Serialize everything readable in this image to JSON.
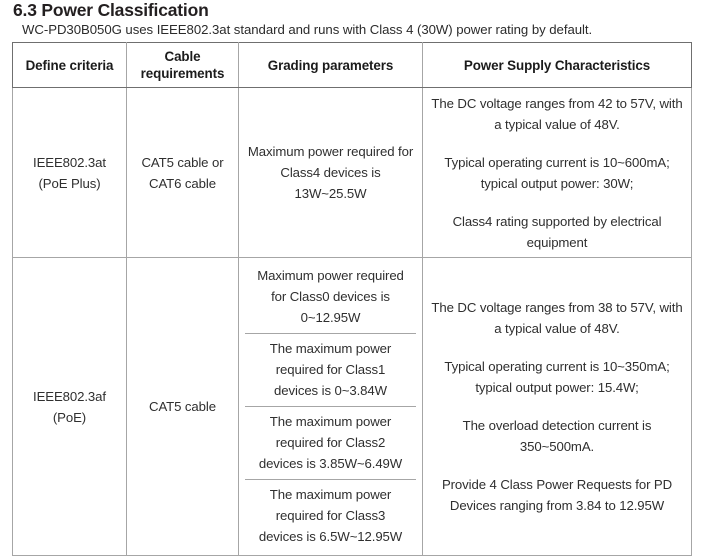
{
  "document": {
    "section_number_title": "6.3 Power Classification",
    "intro": "WC-PD30B050G uses IEEE802.3at standard and runs with Class 4 (30W) power rating by default."
  },
  "table": {
    "headers": [
      "Define criteria",
      "Cable requirements",
      "Grading parameters",
      "Power Supply Characteristics"
    ],
    "rows": [
      {
        "criteria": "IEEE802.3at (PoE Plus)",
        "cable": "CAT5 cable or CAT6 cable",
        "grading_single": "Maximum power required for Class4 devices is 13W~25.5W",
        "power": [
          "The DC voltage ranges from 42 to 57V, with a typical value of 48V.",
          "Typical operating current is 10~600mA; typical output power: 30W;",
          "Class4 rating supported by electrical equipment"
        ]
      },
      {
        "criteria": "IEEE802.3af (PoE)",
        "cable": "CAT5 cable",
        "grading_sub": [
          "Maximum power required for Class0 devices is 0~12.95W",
          "The maximum power required for Class1 devices is 0~3.84W",
          "The maximum power required for Class2 devices is 3.85W~6.49W",
          "The maximum power required for Class3 devices is 6.5W~12.95W"
        ],
        "power": [
          "The DC voltage ranges from 38 to 57V, with a typical value of 48V.",
          "Typical operating current is 10~350mA; typical output power: 15.4W;",
          "The overload detection current is 350~500mA.",
          "Provide 4 Class Power Requests for PD Devices ranging from 3.84 to 12.95W"
        ]
      }
    ]
  },
  "colors": {
    "text": "#231f20",
    "border_outer": "#6f6f6f",
    "border_inner": "#a6a6a6",
    "background": "#ffffff"
  }
}
